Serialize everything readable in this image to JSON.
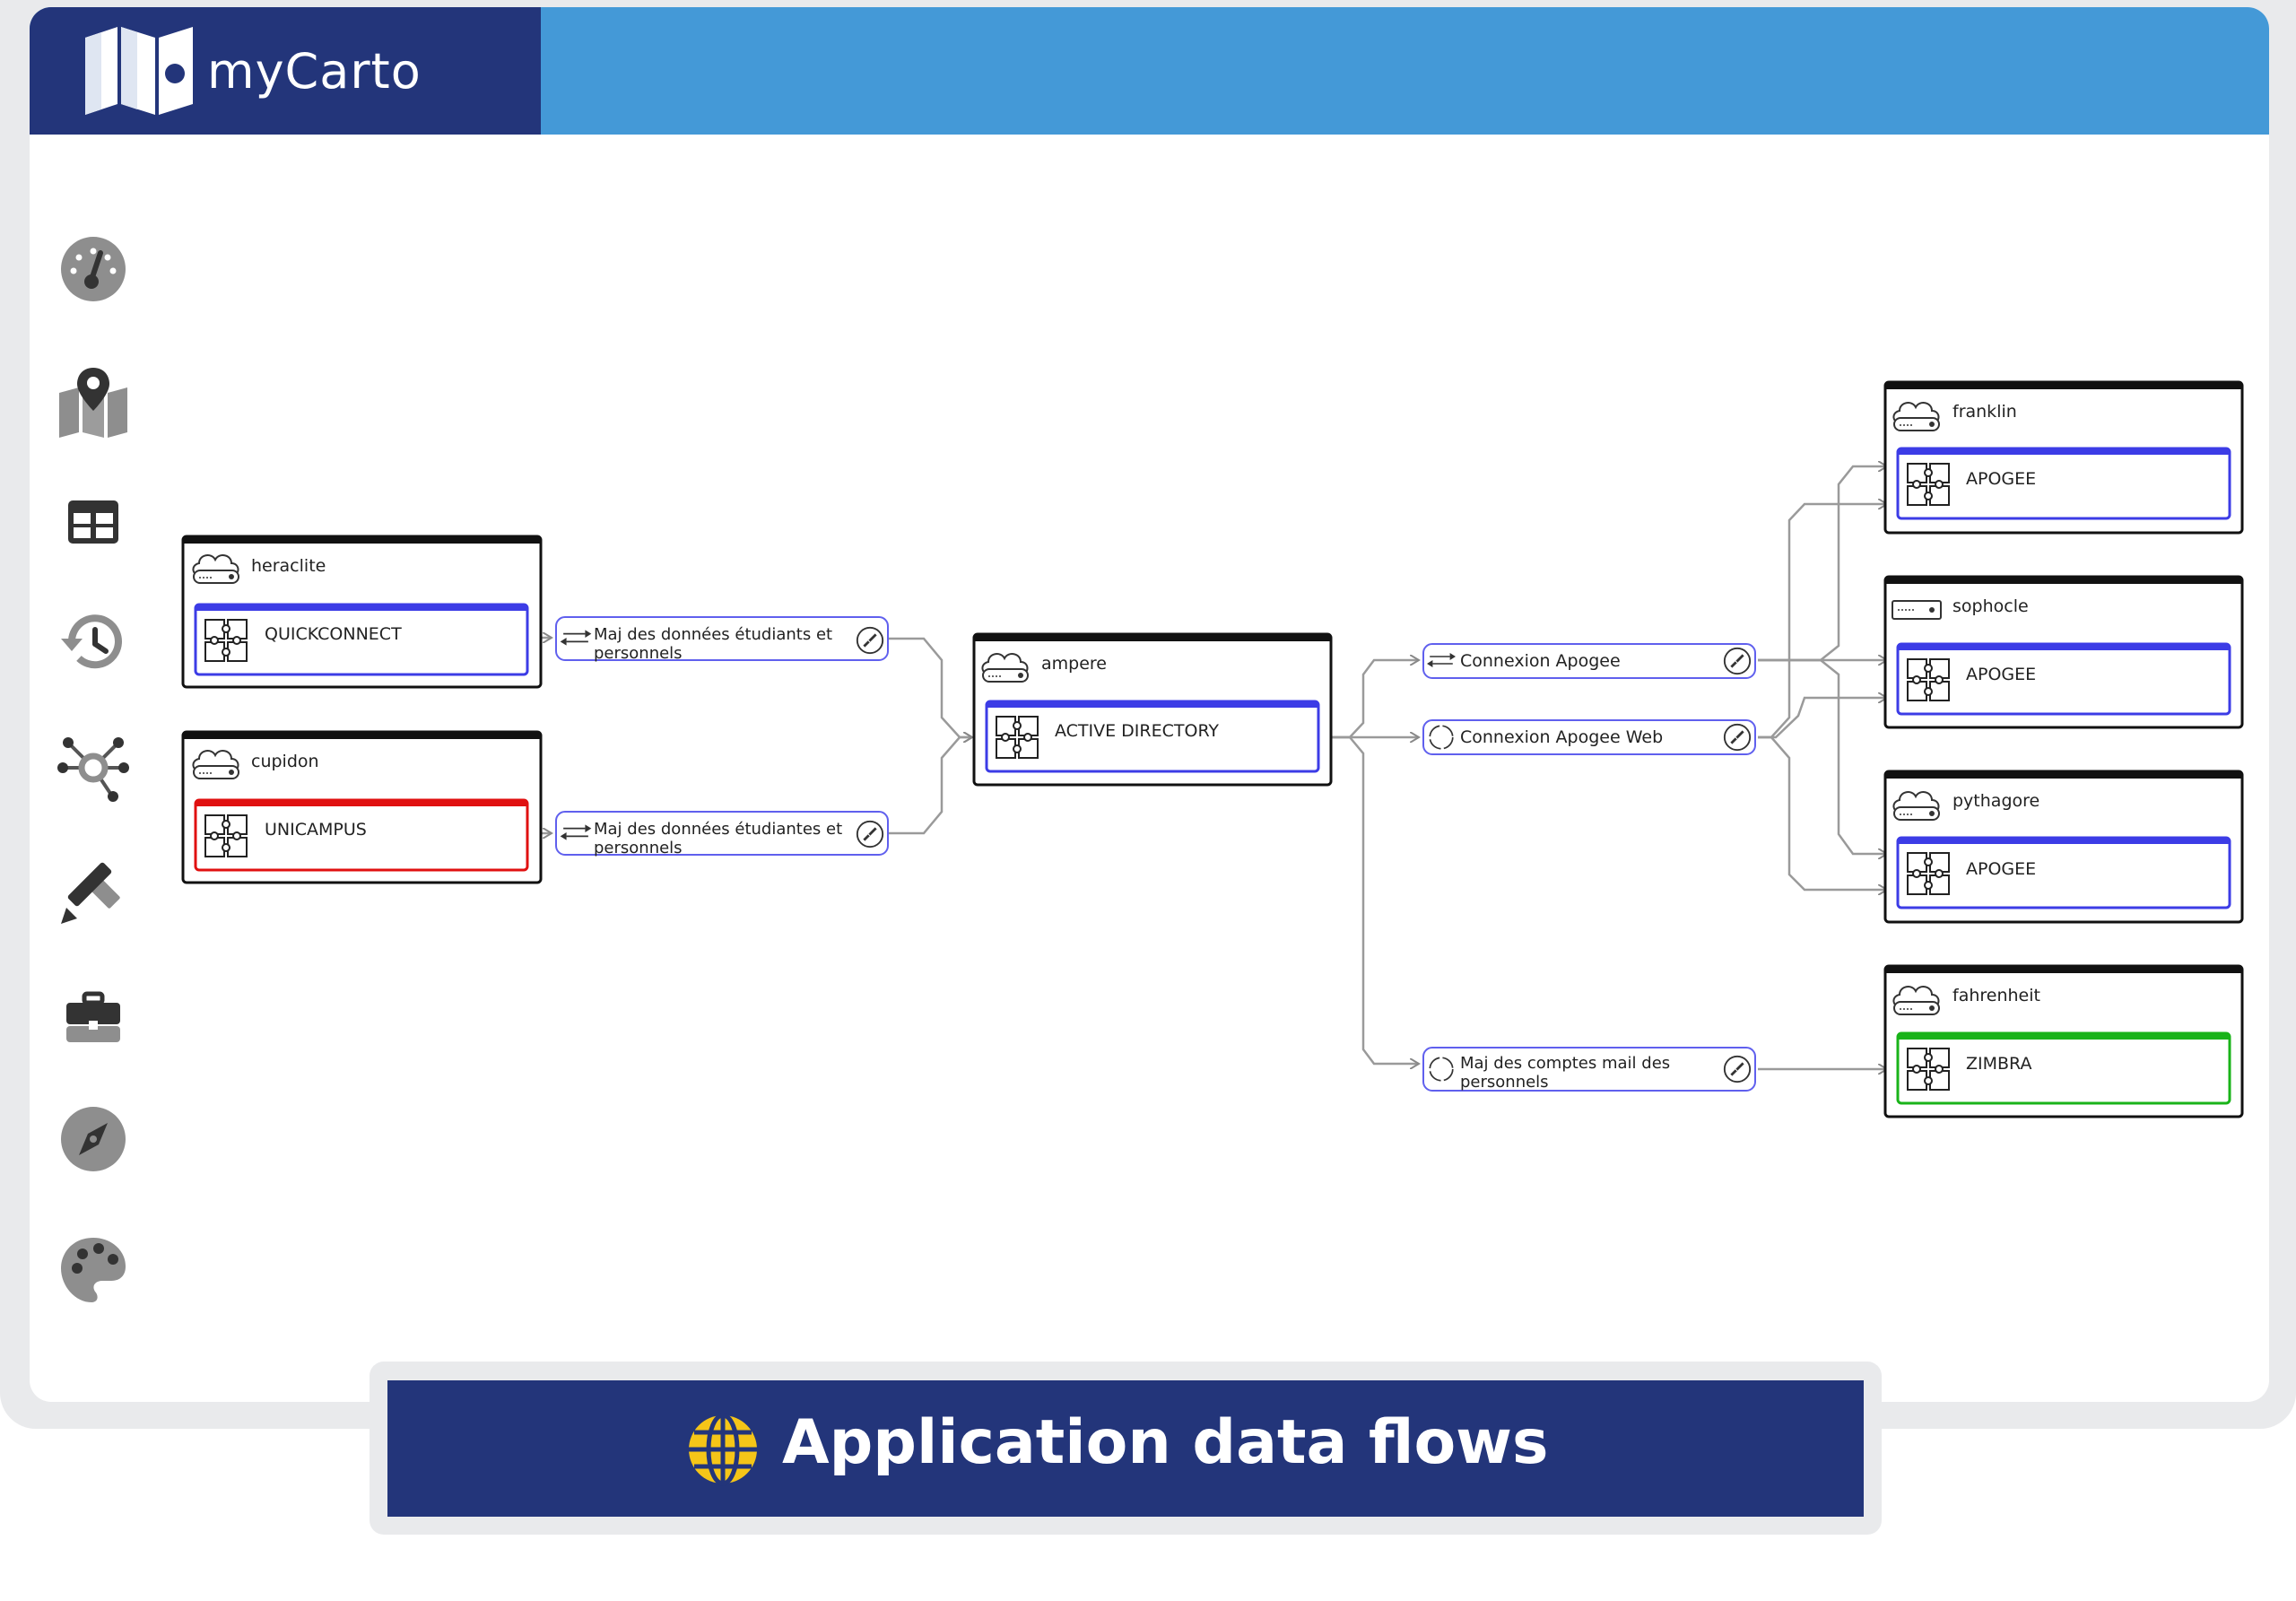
{
  "app": {
    "name": "myCarto"
  },
  "sidebar": {
    "items": [
      {
        "icon": "dashboard-icon"
      },
      {
        "icon": "map-pin-icon"
      },
      {
        "icon": "table-icon"
      },
      {
        "icon": "history-icon"
      },
      {
        "icon": "network-icon"
      },
      {
        "icon": "pencil-ruler-icon"
      },
      {
        "icon": "briefcase-icon"
      },
      {
        "icon": "compass-icon"
      },
      {
        "icon": "palette-icon"
      }
    ]
  },
  "diagram": {
    "servers": {
      "heraclite": {
        "name": "heraclite",
        "app": "QUICKCONNECT",
        "accent": "#3c3ce6"
      },
      "cupidon": {
        "name": "cupidon",
        "app": "UNICAMPUS",
        "accent": "#e01010"
      },
      "ampere": {
        "name": "ampere",
        "app": "ACTIVE DIRECTORY",
        "accent": "#3c3ce6"
      },
      "franklin": {
        "name": "franklin",
        "app": "APOGEE",
        "accent": "#3c3ce6"
      },
      "sophocle": {
        "name": "sophocle",
        "app": "APOGEE",
        "accent": "#3c3ce6"
      },
      "pythagore": {
        "name": "pythagore",
        "app": "APOGEE",
        "accent": "#3c3ce6"
      },
      "fahrenheit": {
        "name": "fahrenheit",
        "app": "ZIMBRA",
        "accent": "#19b319"
      }
    },
    "flows": {
      "flow1": {
        "line1": "Maj des données étudiants et",
        "line2": "personnels"
      },
      "flow2": {
        "line1": "Maj des données étudiantes et",
        "line2": "personnels"
      },
      "flow3": {
        "line1": "Connexion Apogee"
      },
      "flow4": {
        "line1": "Connexion Apogee Web"
      },
      "flow5": {
        "line1": "Maj des comptes mail des",
        "line2": "personnels"
      }
    }
  },
  "banner": {
    "title": "Application data flows",
    "icon": "globe-icon",
    "icon_color": "#f5c518"
  }
}
